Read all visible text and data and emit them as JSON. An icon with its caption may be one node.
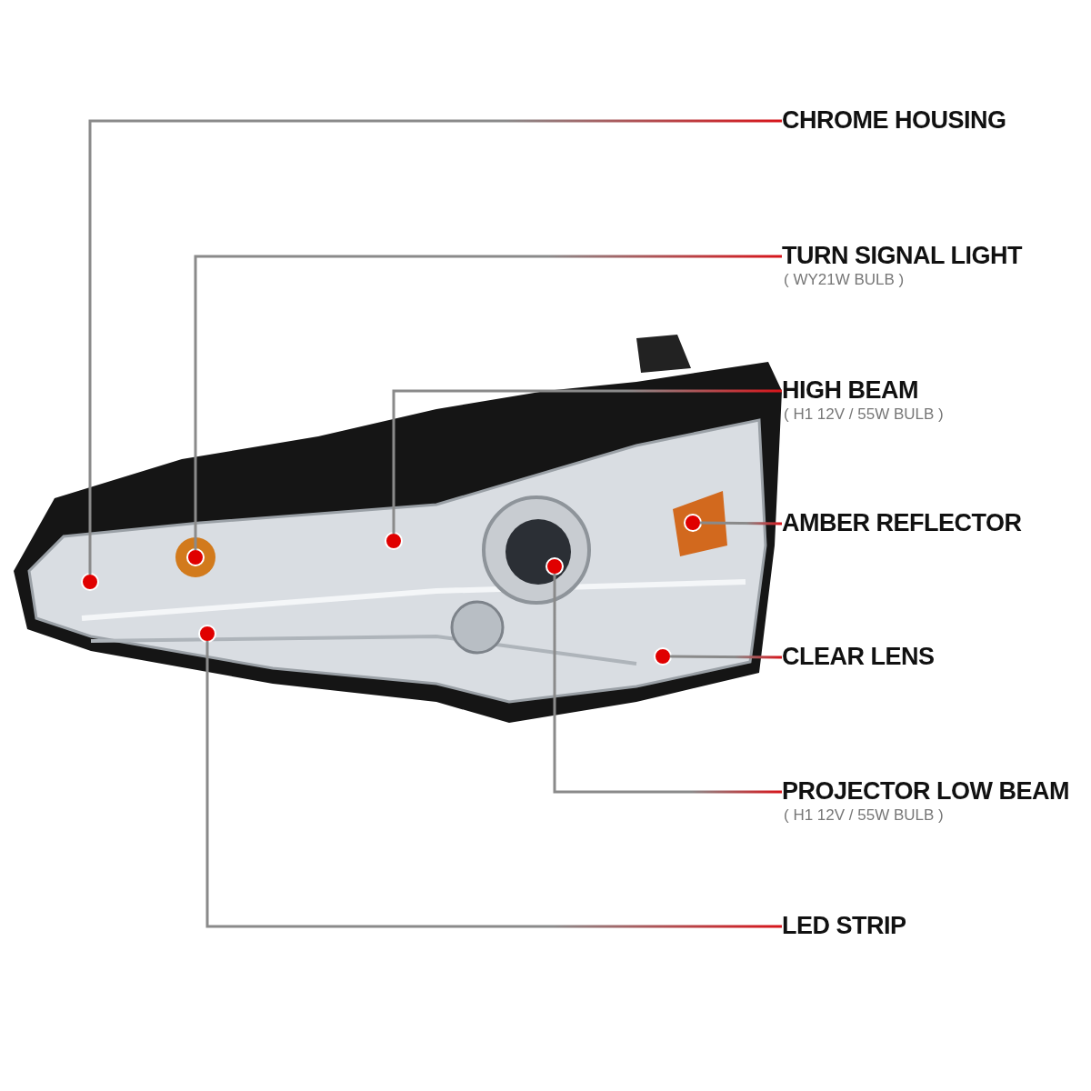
{
  "diagram": {
    "nodes": [
      {
        "text": [],
        "shape": "picture"
      },
      {
        "text": [],
        "shape": "circle",
        "in": 0
      },
      {
        "text": [],
        "shape": "circle",
        "in": 0
      },
      {
        "text": [],
        "shape": "circle",
        "in": 0
      },
      {
        "text": [],
        "shape": "circle",
        "in": 0
      },
      {
        "text": [],
        "shape": "circle",
        "in": 0
      },
      {
        "text": [],
        "shape": "circle",
        "in": 0
      },
      {
        "text": [],
        "shape": "circle",
        "in": 0
      },
      {
        "text": [
          "CHROME HOUSING"
        ]
      },
      {
        "text": [
          "TURN SIGNAL LIGHT",
          "( WY21W BULB )"
        ]
      },
      {
        "text": [
          "HIGH BEAM",
          "( H1 12V / 55W BULB )"
        ]
      },
      {
        "text": [
          "AMBER REFLECTOR"
        ]
      },
      {
        "text": [
          "CLEAR LENS"
        ]
      },
      {
        "text": [
          "PROJECTOR LOW BEAM",
          "( H1 12V / 55W BULB )"
        ]
      },
      {
        "text": [
          "LED STRIP"
        ]
      }
    ],
    "edges": [
      {
        "from": 8,
        "to": 1,
        "arrow": "none"
      },
      {
        "from": 9,
        "to": 2,
        "arrow": "none"
      },
      {
        "from": 10,
        "to": 4,
        "arrow": "none"
      },
      {
        "from": 11,
        "to": 7,
        "arrow": "none"
      },
      {
        "from": 12,
        "to": 6,
        "arrow": "none"
      },
      {
        "from": 13,
        "to": 5,
        "arrow": "none"
      },
      {
        "from": 14,
        "to": 3,
        "arrow": "none"
      }
    ]
  }
}
